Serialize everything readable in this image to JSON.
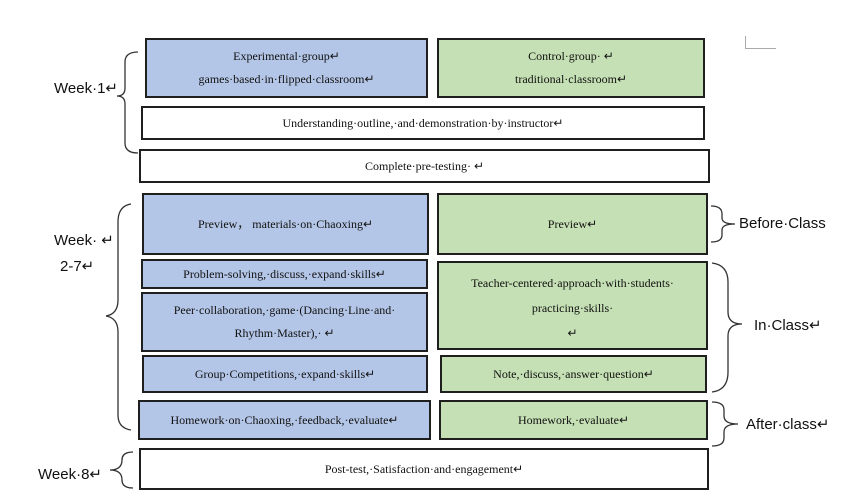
{
  "labels": {
    "week1": "Week·1↵",
    "week27_a": "Week· ↵",
    "week27_b": "2-7↵",
    "week8": "Week·8↵",
    "before_class": "Before·Class",
    "in_class": "In·Class↵",
    "after_class": "After·class↵"
  },
  "boxes": {
    "exp_group_1": "Experimental·group↵",
    "exp_group_2": "games·based·in·flipped·classroom↵",
    "ctrl_group_1": "Control·group· ↵",
    "ctrl_group_2": "traditional·classroom↵",
    "understanding": "Understanding·outline,·and·demonstration·by·instructor↵",
    "pretest": "Complete·pre-testing· ↵",
    "preview_exp": "Preview， materials·on·Chaoxing↵",
    "preview_ctrl": "Preview↵",
    "problem_solving": "Problem-solving,·discuss,·expand·skills↵",
    "peer_1": "Peer·collaboration,·game·(Dancing·Line·and·",
    "peer_2": "Rhythm·Master),· ↵",
    "teacher_1": "Teacher-centered·approach·with·students·",
    "teacher_2": "practicing·skills·",
    "teacher_3": "↵",
    "group_comp": "Group·Competitions,·expand·skills↵",
    "note_discuss": "Note,·discuss,·answer·question↵",
    "homework_exp": "Homework·on·Chaoxing,·feedback,·evaluate↵",
    "homework_ctrl": "Homework,·evaluate↵",
    "posttest": "Post-test,·Satisfaction·and·engagement↵"
  }
}
